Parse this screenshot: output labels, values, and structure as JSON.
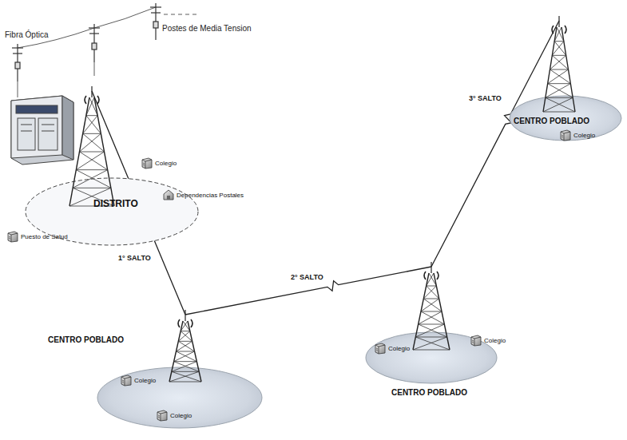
{
  "diagram": {
    "nodes": [
      {
        "text": [
          "DISTRITO"
        ]
      },
      {
        "text": [
          "Colegio"
        ],
        "in": 0
      },
      {
        "text": [
          "Dependencias Postales"
        ],
        "in": 0
      },
      {
        "text": [
          "Puesto de Salud"
        ],
        "in": 0
      },
      {
        "text": [
          "CENTRO POBLADO"
        ]
      },
      {
        "text": [
          "Colegio"
        ],
        "in": 4
      },
      {
        "text": [
          "Colegio"
        ],
        "in": 4
      },
      {
        "text": [
          "CENTRO POBLADO"
        ]
      },
      {
        "text": [
          "Colegio"
        ],
        "in": 7
      },
      {
        "text": [
          "Colegio"
        ],
        "in": 7
      },
      {
        "text": [
          "CENTRO POBLADO"
        ]
      },
      {
        "text": [
          "Colegio"
        ],
        "in": 10
      }
    ],
    "edges": [
      {
        "from": 0,
        "to": 4,
        "arrow": "none",
        "label": "1° SALTO"
      },
      {
        "from": 4,
        "to": 7,
        "arrow": "none",
        "label": "2° SALTO"
      },
      {
        "from": 7,
        "to": 10,
        "arrow": "none",
        "label": "3° SALTO"
      }
    ],
    "labels": [
      "Fibra Óptica",
      "Postes de Media Tension"
    ]
  }
}
